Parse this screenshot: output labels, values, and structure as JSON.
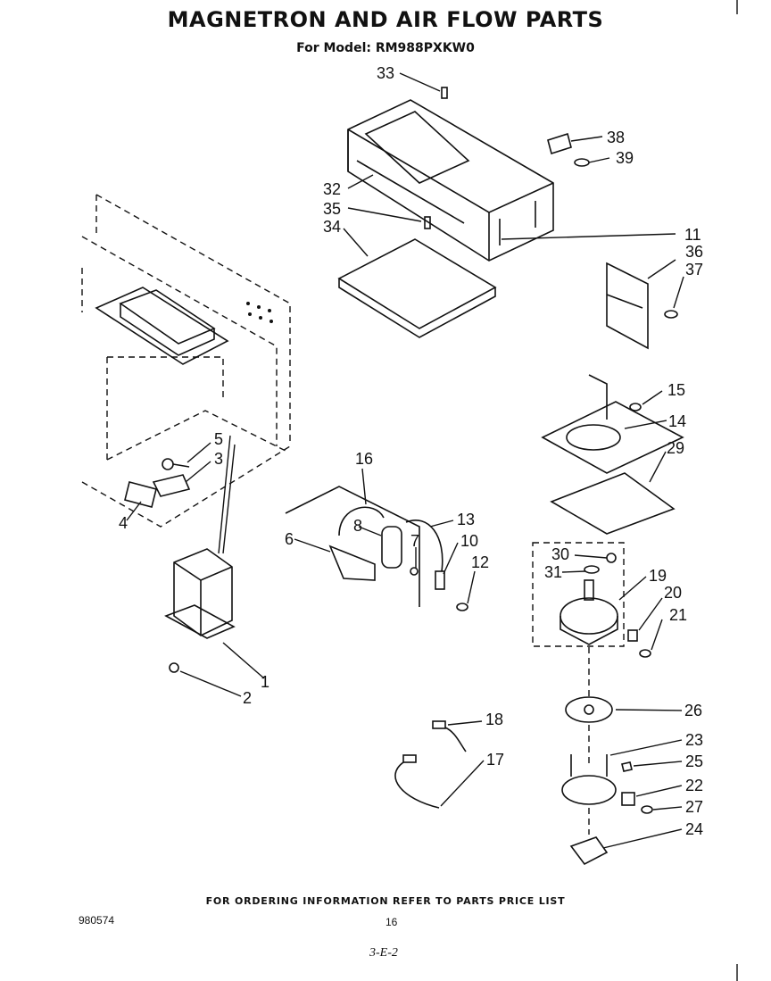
{
  "header": {
    "title": "MAGNETRON AND AIR FLOW PARTS",
    "model_line": "For Model: RM988PXKW0"
  },
  "callouts": [
    "33",
    "38",
    "39",
    "32",
    "35",
    "34",
    "11",
    "36",
    "37",
    "15",
    "14",
    "29",
    "5",
    "3",
    "4",
    "16",
    "8",
    "13",
    "6",
    "10",
    "7",
    "12",
    "30",
    "31",
    "19",
    "20",
    "21",
    "1",
    "2",
    "26",
    "18",
    "17",
    "23",
    "25",
    "22",
    "27",
    "24"
  ],
  "footer": {
    "ordering_note": "FOR ORDERING INFORMATION REFER TO PARTS PRICE LIST",
    "doc_number": "980574",
    "page_number": "16",
    "handwritten_note": "3-E-2"
  }
}
